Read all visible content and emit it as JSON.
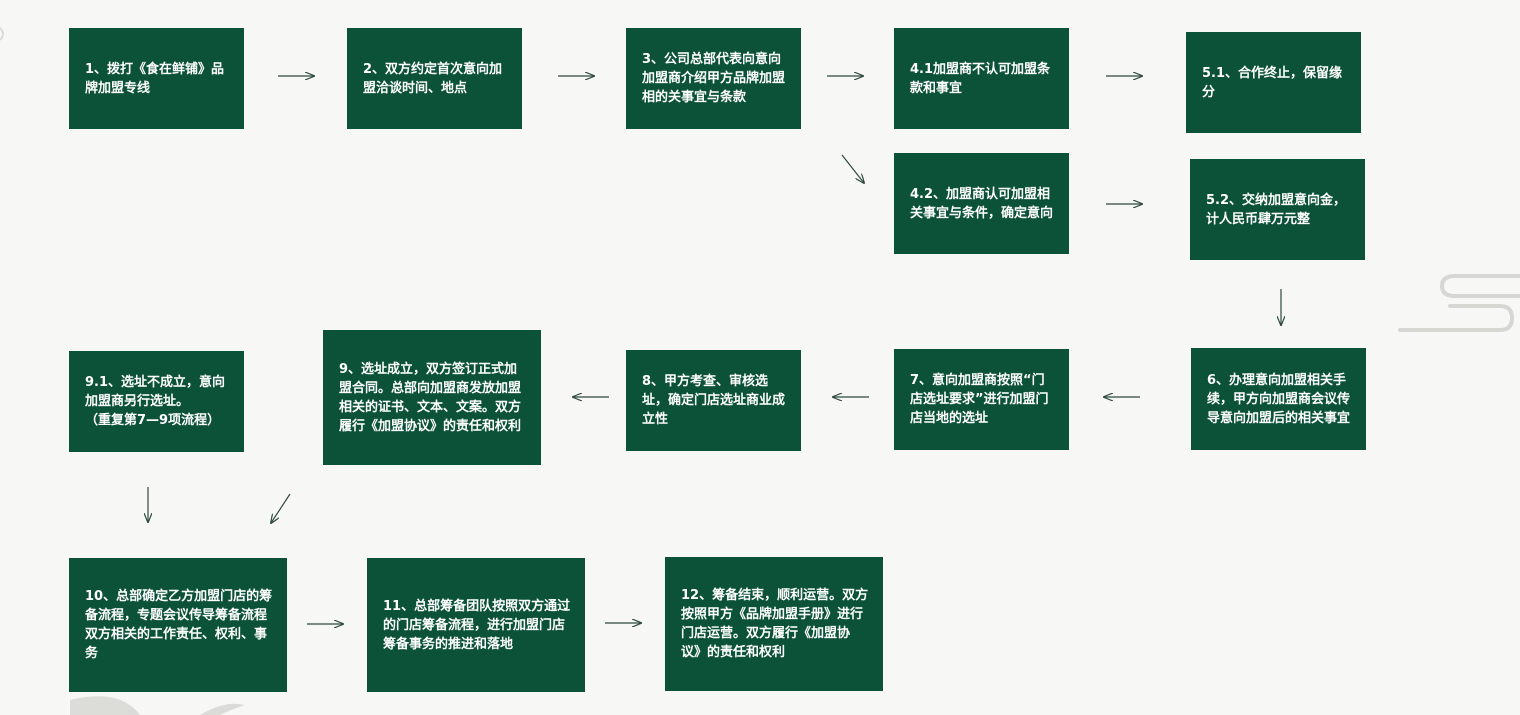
{
  "colors": {
    "box_fill": "#0b5239",
    "box_text": "#ffffff",
    "arrow": "#2e4a3e",
    "background": "#f7f7f5"
  },
  "steps": [
    {
      "id": "1",
      "text": "1、拨打《食在鲜铺》品牌加盟专线"
    },
    {
      "id": "2",
      "text": "2、双方约定首次意向加盟洽谈时间、地点"
    },
    {
      "id": "3",
      "text": "3、公司总部代表向意向加盟商介绍甲方品牌加盟相的关事宜与条款"
    },
    {
      "id": "4.1",
      "text": "4.1加盟商不认可加盟条款和事宜"
    },
    {
      "id": "5.1",
      "text": "5.1、合作终止，保留缘分"
    },
    {
      "id": "4.2",
      "text": "4.2、加盟商认可加盟相关事宜与条件，确定意向"
    },
    {
      "id": "5.2",
      "text": "5.2、交纳加盟意向金，计人民币肆万元整"
    },
    {
      "id": "6",
      "text": "6、办理意向加盟相关手续，甲方向加盟商会议传导意向加盟后的相关事宜"
    },
    {
      "id": "7",
      "text": "7、意向加盟商按照“门店选址要求”进行加盟门店当地的选址"
    },
    {
      "id": "8",
      "text": "8、甲方考查、审核选址，确定门店选址商业成立性"
    },
    {
      "id": "9",
      "text": "9、选址成立，双方签订正式加盟合同。总部向加盟商发放加盟相关的证书、文本、文案。双方履行《加盟协议》的责任和权利"
    },
    {
      "id": "9.1",
      "text": "9.1、选址不成立，意向加盟商另行选址。\n（重复第7—9项流程）"
    },
    {
      "id": "10",
      "text": "10、总部确定乙方加盟门店的筹备流程，专题会议传导筹备流程双方相关的工作责任、权利、事务"
    },
    {
      "id": "11",
      "text": "11、总部筹备团队按照双方通过的门店筹备流程，进行加盟门店筹备事务的推进和落地"
    },
    {
      "id": "12",
      "text": "12、筹备结束，顺利运营。双方按照甲方《品牌加盟手册》进行门店运营。双方履行《加盟协议》的责任和权利"
    }
  ]
}
